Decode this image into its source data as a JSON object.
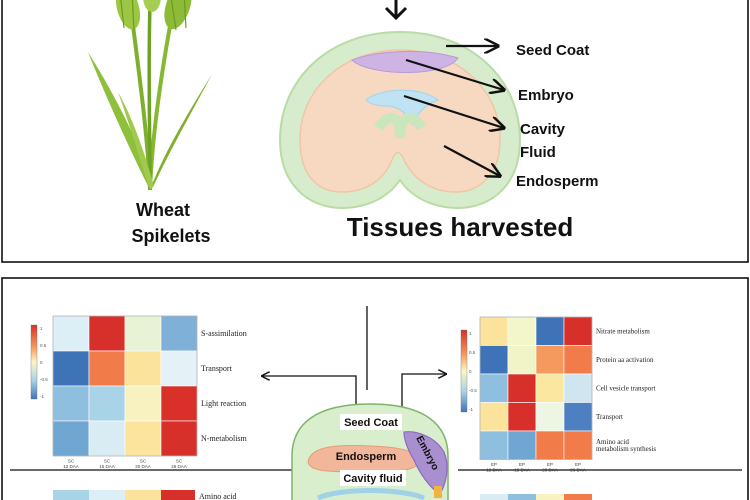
{
  "top": {
    "wheat_label": [
      "Wheat",
      "Spikelets"
    ],
    "title": "Tissues harvested",
    "labels": [
      "Seed Coat",
      "Embryo",
      "Cavity",
      "Fluid",
      "Endosperm"
    ]
  },
  "bottom": {
    "seed_labels": [
      "Seed Coat",
      "Endosperm",
      "Cavity fluid",
      "Embryo"
    ],
    "left_heatmap": {
      "rows": [
        "S-assimilation",
        "Transport",
        "Light reaction",
        "N-metabolism"
      ],
      "cols": [
        "SC 12 DAA",
        "SC 15 DAA",
        "SC 20 DAA",
        "SC 26 DAA"
      ],
      "cells": [
        [
          "#dceef6",
          "#d7302a",
          "#e8f3d6",
          "#7fb0d8"
        ],
        [
          "#3f73b8",
          "#f27b4a",
          "#fbe39c",
          "#e4f1f6"
        ],
        [
          "#8ebfde",
          "#a9d3e6",
          "#f8f2c0",
          "#d9302a"
        ],
        [
          "#6fa6d2",
          "#d9ecf3",
          "#fce49c",
          "#d7302a"
        ]
      ],
      "next_row_label": "Amino acid"
    },
    "right_heatmap": {
      "rows": [
        "Nitrate metabolism",
        "Protein aa activation",
        "Cell vesicle transport",
        "Transport",
        "Amino acid metabolism synthesis"
      ],
      "cols": [
        "EP 12 DAA",
        "EP 15 DAA",
        "EP 20 DAA",
        "EP 26 DAA"
      ],
      "cells": [
        [
          "#fbe39c",
          "#f3f6c8",
          "#3f73b8",
          "#d7302a"
        ],
        [
          "#3f73b8",
          "#f1f4c6",
          "#f59a5e",
          "#f27b4a"
        ],
        [
          "#8ebfde",
          "#d7302a",
          "#fbe7a0",
          "#cfe6f0"
        ],
        [
          "#fbe39c",
          "#d7302a",
          "#edf6e2",
          "#4e7fc0"
        ],
        [
          "#8ebfde",
          "#6fa6d2",
          "#f27b4a",
          "#f27b4a"
        ]
      ]
    },
    "colorbar_ticks": [
      "1",
      "0.5",
      "0",
      "-0.5",
      "-1"
    ]
  }
}
